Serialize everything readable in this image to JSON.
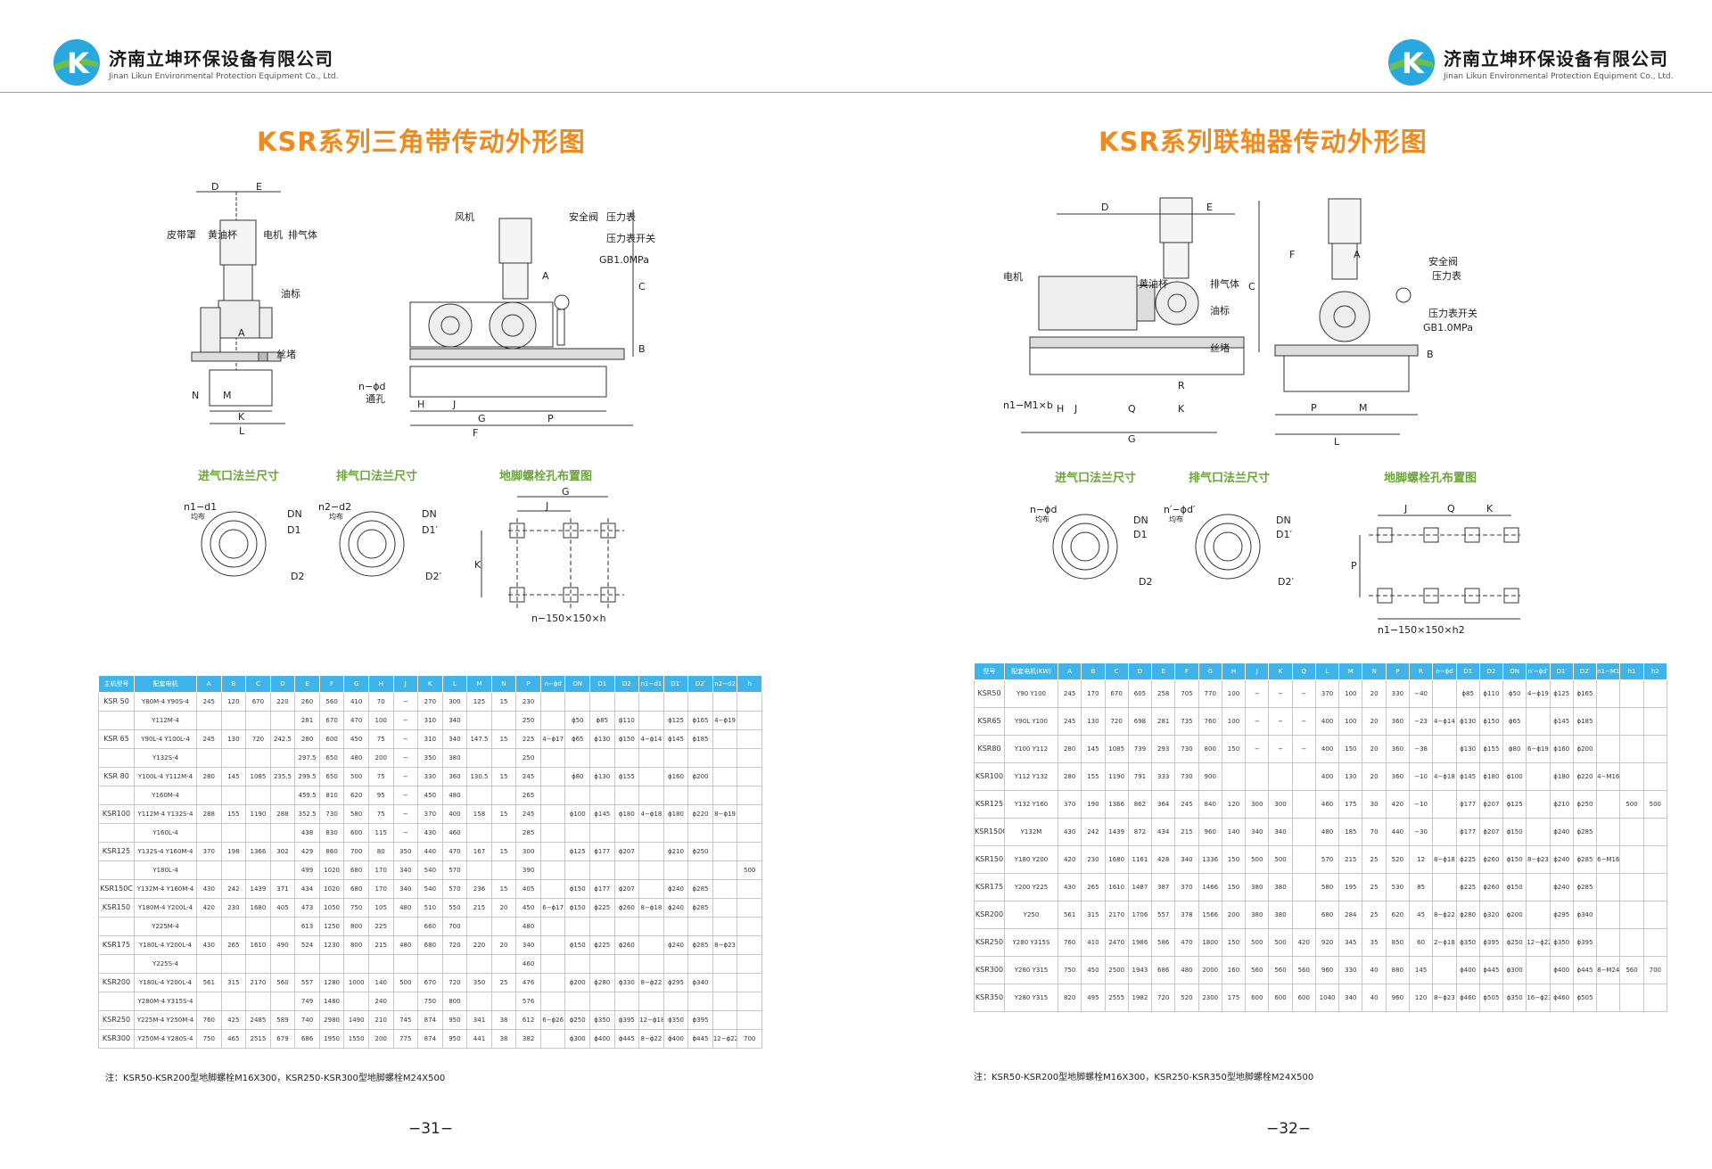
{
  "company": {
    "name_cn": "济南立坤环保设备有限公司",
    "name_en": "Jinan Likun Environmental Protection Equipment Co., Ltd.",
    "logo_letter": "K",
    "brand_color": "#1d5fb0",
    "accent_color": "#29a7df"
  },
  "left": {
    "title": "KSR系列三角带传动外形图",
    "labels": {
      "belt_cover": "皮带罩",
      "oil_cup": "黄油杯",
      "motor": "电机",
      "exhaust": "排气体",
      "fan": "风机",
      "safety_valve": "安全阀",
      "pressure_gauge": "压力表",
      "gauge_switch": "压力表开关",
      "gb": "GB1.0MPa",
      "oil_mark": "油标",
      "plug": "丝堵",
      "through_hole": "通孔",
      "hole_spec": "n−ϕd",
      "dim_D": "D",
      "dim_E": "E",
      "dim_A": "A",
      "dim_C": "C",
      "dim_B": "B",
      "dim_N": "N",
      "dim_M": "M",
      "dim_L": "L",
      "dim_K": "K",
      "dim_H": "H",
      "dim_J": "J",
      "dim_G": "G",
      "dim_P": "P",
      "dim_F": "F"
    },
    "flange_in_label": "进气口法兰尺寸",
    "flange_out_label": "排气口法兰尺寸",
    "bolt_label": "地脚螺栓孔布置图",
    "flange_in": {
      "holes": "n1−d1",
      "even": "均布",
      "dn": "DN",
      "d1": "D1",
      "d2": "D2"
    },
    "flange_out": {
      "holes": "n2−d2",
      "even": "均布",
      "dn": "DN",
      "d1": "D1′",
      "d2": "D2′"
    },
    "bolt": {
      "g": "G",
      "j": "J",
      "k": "K",
      "spec": "n−150×150×h"
    },
    "headers": [
      "主机型号",
      "配套电机",
      "A",
      "B",
      "C",
      "D",
      "E",
      "F",
      "G",
      "H",
      "J",
      "K",
      "L",
      "M",
      "N",
      "P",
      "n−ϕd",
      "DN",
      "D1",
      "D2",
      "n1−d1",
      "D1′",
      "D2′",
      "n2−d2",
      "h"
    ],
    "rows": [
      [
        "KSR 50",
        "Y80M-4 Y90S-4",
        "245",
        "120",
        "670",
        "220",
        "260",
        "560",
        "410",
        "70",
        "−",
        "270",
        "300",
        "125",
        "15",
        "230",
        "",
        "",
        "",
        "",
        "",
        "",
        "",
        "",
        ""
      ],
      [
        "",
        "Y112M-4",
        "",
        "",
        "",
        "",
        "281",
        "670",
        "470",
        "100",
        "−",
        "310",
        "340",
        "",
        "",
        "250",
        "",
        "ϕ50",
        "ϕ85",
        "ϕ110",
        "",
        "ϕ125",
        "ϕ165",
        "4−ϕ19",
        ""
      ],
      [
        "KSR 65",
        "Y90L-4 Y100L-4",
        "245",
        "130",
        "720",
        "242.5",
        "280",
        "600",
        "450",
        "75",
        "−",
        "310",
        "340",
        "147.5",
        "15",
        "225",
        "4−ϕ17",
        "ϕ65",
        "ϕ130",
        "ϕ150",
        "4−ϕ14",
        "ϕ145",
        "ϕ185",
        "",
        ""
      ],
      [
        "",
        "Y132S-4",
        "",
        "",
        "",
        "",
        "297.5",
        "650",
        "480",
        "200",
        "−",
        "350",
        "380",
        "",
        "",
        "250",
        "",
        "",
        "",
        "",
        "",
        "",
        "",
        "",
        ""
      ],
      [
        "KSR 80",
        "Y100L-4 Y112M-4",
        "280",
        "145",
        "1085",
        "235.5",
        "299.5",
        "650",
        "500",
        "75",
        "−",
        "330",
        "360",
        "130.5",
        "15",
        "245",
        "",
        "ϕ80",
        "ϕ130",
        "ϕ155",
        "",
        "ϕ160",
        "ϕ200",
        "",
        ""
      ],
      [
        "",
        "Y160M-4",
        "",
        "",
        "",
        "",
        "459.5",
        "810",
        "620",
        "95",
        "−",
        "450",
        "480",
        "",
        "",
        "265",
        "",
        "",
        "",
        "",
        "",
        "",
        "",
        "",
        ""
      ],
      [
        "KSR100",
        "Y112M-4 Y132S-4",
        "288",
        "155",
        "1190",
        "288",
        "352.5",
        "730",
        "580",
        "75",
        "−",
        "370",
        "400",
        "158",
        "15",
        "245",
        "",
        "ϕ100",
        "ϕ145",
        "ϕ180",
        "4−ϕ18",
        "ϕ180",
        "ϕ220",
        "8−ϕ19",
        ""
      ],
      [
        "",
        "Y160L-4",
        "",
        "",
        "",
        "",
        "438",
        "830",
        "600",
        "115",
        "−",
        "430",
        "460",
        "",
        "",
        "285",
        "",
        "",
        "",
        "",
        "",
        "",
        "",
        "",
        ""
      ],
      [
        "KSR125",
        "Y132S-4 Y160M-4",
        "370",
        "198",
        "1366",
        "302",
        "429",
        "860",
        "700",
        "80",
        "350",
        "440",
        "470",
        "167",
        "15",
        "300",
        "",
        "ϕ125",
        "ϕ177",
        "ϕ207",
        "",
        "ϕ210",
        "ϕ250",
        "",
        ""
      ],
      [
        "",
        "Y180L-4",
        "",
        "",
        "",
        "",
        "499",
        "1020",
        "680",
        "170",
        "340",
        "540",
        "570",
        "",
        "",
        "390",
        "",
        "",
        "",
        "",
        "",
        "",
        "",
        "",
        "500"
      ],
      [
        "KSR150C",
        "Y132M-4 Y160M-4",
        "430",
        "242",
        "1439",
        "371",
        "434",
        "1020",
        "680",
        "170",
        "340",
        "540",
        "570",
        "236",
        "15",
        "405",
        "",
        "ϕ150",
        "ϕ177",
        "ϕ207",
        "",
        "ϕ240",
        "ϕ285",
        "",
        ""
      ],
      [
        "KSR150",
        "Y180M-4 Y200L-4",
        "420",
        "230",
        "1680",
        "405",
        "473",
        "1050",
        "750",
        "105",
        "480",
        "510",
        "550",
        "215",
        "20",
        "450",
        "6−ϕ17",
        "ϕ150",
        "ϕ225",
        "ϕ260",
        "8−ϕ18",
        "ϕ240",
        "ϕ285",
        "",
        ""
      ],
      [
        "",
        "Y225M-4",
        "",
        "",
        "",
        "",
        "613",
        "1250",
        "800",
        "225",
        "",
        "660",
        "700",
        "",
        "",
        "480",
        "",
        "",
        "",
        "",
        "",
        "",
        "",
        "",
        ""
      ],
      [
        "KSR175",
        "Y180L-4 Y200L-4",
        "430",
        "265",
        "1610",
        "490",
        "524",
        "1230",
        "800",
        "215",
        "480",
        "680",
        "720",
        "220",
        "20",
        "340",
        "",
        "ϕ150",
        "ϕ225",
        "ϕ260",
        "",
        "ϕ240",
        "ϕ285",
        "8−ϕ23",
        ""
      ],
      [
        "",
        "Y225S-4",
        "",
        "",
        "",
        "",
        "",
        "",
        "",
        "",
        "",
        "",
        "",
        "",
        "",
        "460",
        "",
        "",
        "",
        "",
        "",
        "",
        "",
        "",
        ""
      ],
      [
        "KSR200",
        "Y180L-4 Y200L-4",
        "561",
        "315",
        "2170",
        "560",
        "557",
        "1280",
        "1000",
        "140",
        "500",
        "670",
        "720",
        "350",
        "25",
        "476",
        "",
        "ϕ200",
        "ϕ280",
        "ϕ330",
        "8−ϕ22",
        "ϕ295",
        "ϕ340",
        "",
        ""
      ],
      [
        "",
        "Y280M-4 Y315S-4",
        "",
        "",
        "",
        "",
        "749",
        "1480",
        "",
        "240",
        "",
        "750",
        "800",
        "",
        "",
        "576",
        "",
        "",
        "",
        "",
        "",
        "",
        "",
        "",
        ""
      ],
      [
        "KSR250",
        "Y225M-4 Y250M-4",
        "760",
        "425",
        "2485",
        "589",
        "740",
        "2980",
        "1490",
        "210",
        "745",
        "874",
        "950",
        "341",
        "38",
        "612",
        "6−ϕ26",
        "ϕ250",
        "ϕ350",
        "ϕ395",
        "12−ϕ18",
        "ϕ350",
        "ϕ395",
        "",
        ""
      ],
      [
        "KSR300",
        "Y250M-4 Y280S-4",
        "750",
        "465",
        "2515",
        "679",
        "686",
        "1950",
        "1550",
        "200",
        "775",
        "874",
        "950",
        "441",
        "38",
        "382",
        "",
        "ϕ300",
        "ϕ400",
        "ϕ445",
        "8−ϕ22",
        "ϕ400",
        "ϕ445",
        "12−ϕ22",
        "700"
      ]
    ],
    "note": "注：KSR50-KSR200型地脚螺栓M16X300，KSR250-KSR300型地脚螺栓M24X500",
    "page_number": "−31−"
  },
  "right": {
    "title": "KSR系列联轴器传动外形图",
    "labels": {
      "motor": "电机",
      "oil_cup": "黄油杯",
      "exhaust": "排气体",
      "oil_mark": "油标",
      "plug": "丝堵",
      "safety_valve": "安全阀",
      "pressure_gauge": "压力表",
      "gauge_switch": "压力表开关",
      "gb": "GB1.0MPa",
      "hole_spec": "n1−M1×b",
      "dim_D": "D",
      "dim_E": "E",
      "dim_F": "F",
      "dim_A": "A",
      "dim_C": "C",
      "dim_B": "B",
      "dim_R": "R",
      "dim_H": "H",
      "dim_J": "J",
      "dim_Q": "Q",
      "dim_K": "K",
      "dim_G": "G",
      "dim_P": "P",
      "dim_M": "M",
      "dim_L": "L"
    },
    "flange_in_label": "进气口法兰尺寸",
    "flange_out_label": "排气口法兰尺寸",
    "bolt_label": "地脚螺栓孔布置图",
    "flange_in": {
      "holes": "n−ϕd",
      "even": "均布",
      "dn": "DN",
      "d1": "D1",
      "d2": "D2"
    },
    "flange_out": {
      "holes": "n′−ϕd′",
      "even": "均布",
      "dn": "DN",
      "d1": "D1′",
      "d2": "D2′"
    },
    "bolt": {
      "j": "J",
      "q": "Q",
      "k": "K",
      "p": "P",
      "spec": "n1−150×150×h2"
    },
    "headers": [
      "型号",
      "配套电机(KW)",
      "A",
      "B",
      "C",
      "D",
      "E",
      "F",
      "G",
      "H",
      "J",
      "K",
      "Q",
      "L",
      "M",
      "N",
      "P",
      "R",
      "n−ϕd",
      "D1",
      "D2",
      "DN",
      "n′−ϕd′",
      "D1′",
      "D2′",
      "n1−M1",
      "h1",
      "h2"
    ],
    "rows": [
      [
        "KSR50",
        "Y90 Y100",
        "245",
        "170",
        "670",
        "605",
        "258",
        "705",
        "770",
        "100",
        "−",
        "−",
        "−",
        "370",
        "100",
        "20",
        "330",
        "−40",
        "",
        "ϕ85",
        "ϕ110",
        "ϕ50",
        "4−ϕ19",
        "ϕ125",
        "ϕ165",
        "",
        "",
        ""
      ],
      [
        "KSR65",
        "Y90L Y100",
        "245",
        "130",
        "720",
        "698",
        "281",
        "735",
        "760",
        "100",
        "−",
        "−",
        "−",
        "400",
        "100",
        "20",
        "360",
        "−23",
        "4−ϕ14",
        "ϕ130",
        "ϕ150",
        "ϕ65",
        "",
        "ϕ145",
        "ϕ185",
        "",
        "",
        ""
      ],
      [
        "KSR80",
        "Y100 Y112",
        "280",
        "145",
        "1085",
        "739",
        "293",
        "730",
        "800",
        "150",
        "−",
        "−",
        "−",
        "400",
        "150",
        "20",
        "360",
        "−38",
        "",
        "ϕ130",
        "ϕ155",
        "ϕ80",
        "6−ϕ19",
        "ϕ160",
        "ϕ200",
        "",
        "",
        ""
      ],
      [
        "KSR100",
        "Y112 Y132",
        "280",
        "155",
        "1190",
        "791",
        "333",
        "730",
        "900",
        "",
        "",
        "",
        "",
        "400",
        "130",
        "20",
        "360",
        "−10",
        "4−ϕ18",
        "ϕ145",
        "ϕ180",
        "ϕ100",
        "",
        "ϕ180",
        "ϕ220",
        "4−M16",
        "",
        ""
      ],
      [
        "KSR125",
        "Y132 Y160",
        "370",
        "190",
        "1366",
        "862",
        "364",
        "245",
        "840",
        "120",
        "300",
        "300",
        "",
        "460",
        "175",
        "30",
        "420",
        "−10",
        "",
        "ϕ177",
        "ϕ207",
        "ϕ125",
        "",
        "ϕ210",
        "ϕ250",
        "",
        "500",
        "500"
      ],
      [
        "KSR150C",
        "Y132M",
        "430",
        "242",
        "1439",
        "872",
        "434",
        "215",
        "960",
        "140",
        "340",
        "340",
        "",
        "480",
        "185",
        "70",
        "440",
        "−30",
        "",
        "ϕ177",
        "ϕ207",
        "ϕ150",
        "",
        "ϕ240",
        "ϕ285",
        "",
        "",
        ""
      ],
      [
        "KSR150",
        "Y180 Y200",
        "420",
        "230",
        "1680",
        "1161",
        "428",
        "340",
        "1336",
        "150",
        "500",
        "500",
        "",
        "570",
        "215",
        "25",
        "520",
        "12",
        "8−ϕ18",
        "ϕ225",
        "ϕ260",
        "ϕ150",
        "8−ϕ23",
        "ϕ240",
        "ϕ285",
        "6−M16",
        "",
        ""
      ],
      [
        "KSR175",
        "Y200 Y225",
        "430",
        "265",
        "1610",
        "1487",
        "387",
        "370",
        "1466",
        "150",
        "380",
        "380",
        "",
        "580",
        "195",
        "25",
        "530",
        "85",
        "",
        "ϕ225",
        "ϕ260",
        "ϕ150",
        "",
        "ϕ240",
        "ϕ285",
        "",
        "",
        ""
      ],
      [
        "KSR200",
        "Y250",
        "561",
        "315",
        "2170",
        "1706",
        "557",
        "378",
        "1566",
        "200",
        "380",
        "380",
        "",
        "680",
        "284",
        "25",
        "620",
        "45",
        "8−ϕ22",
        "ϕ280",
        "ϕ320",
        "ϕ200",
        "",
        "ϕ295",
        "ϕ340",
        "",
        "",
        ""
      ],
      [
        "KSR250",
        "Y280 Y315S",
        "760",
        "410",
        "2470",
        "1986",
        "586",
        "470",
        "1800",
        "150",
        "500",
        "500",
        "420",
        "920",
        "345",
        "35",
        "850",
        "60",
        "2−ϕ18",
        "ϕ350",
        "ϕ395",
        "ϕ250",
        "12−ϕ22",
        "ϕ350",
        "ϕ395",
        "",
        "",
        ""
      ],
      [
        "KSR300",
        "Y280 Y315",
        "750",
        "450",
        "2500",
        "1943",
        "686",
        "480",
        "2000",
        "160",
        "560",
        "560",
        "560",
        "960",
        "330",
        "40",
        "880",
        "145",
        "",
        "ϕ400",
        "ϕ445",
        "ϕ300",
        "",
        "ϕ400",
        "ϕ445",
        "8−M24",
        "560",
        "700"
      ],
      [
        "KSR350",
        "Y280 Y315",
        "820",
        "495",
        "2555",
        "1982",
        "720",
        "520",
        "2300",
        "175",
        "600",
        "600",
        "600",
        "1040",
        "340",
        "40",
        "960",
        "120",
        "8−ϕ23",
        "ϕ460",
        "ϕ505",
        "ϕ350",
        "16−ϕ23",
        "ϕ460",
        "ϕ505",
        "",
        "",
        ""
      ]
    ],
    "note": "注：KSR50-KSR200型地脚螺栓M16X300，KSR250-KSR350型地脚螺栓M24X500",
    "page_number": "−32−"
  }
}
